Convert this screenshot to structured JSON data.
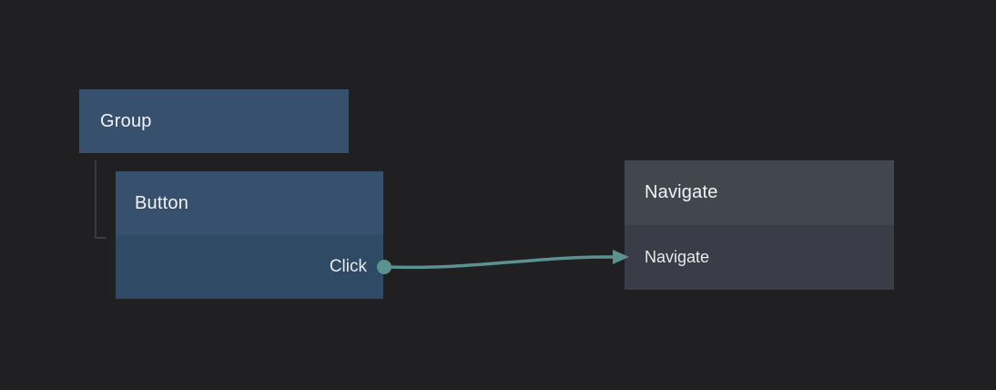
{
  "canvas": {
    "background": "#202022"
  },
  "colors": {
    "canvas_bg": "#202022",
    "element_node_header": "#36506d",
    "element_node_body": "#2f4a64",
    "action_node_header": "#42464f",
    "action_node_body": "#3a3d47",
    "edge": "#5b918f",
    "tree_connector": "#3c3c3c",
    "text_primary": "#f2f3f5",
    "text_secondary": "#e8e9eb"
  },
  "nodes": {
    "group": {
      "title": "Group"
    },
    "button": {
      "title": "Button",
      "output_port": {
        "label": "Click"
      }
    },
    "navigate": {
      "title": "Navigate",
      "action_row": {
        "label": "Navigate"
      }
    }
  },
  "edge": {
    "from_node": "Button",
    "from_port": "Click",
    "to_node": "Navigate",
    "to_row": "Navigate"
  }
}
